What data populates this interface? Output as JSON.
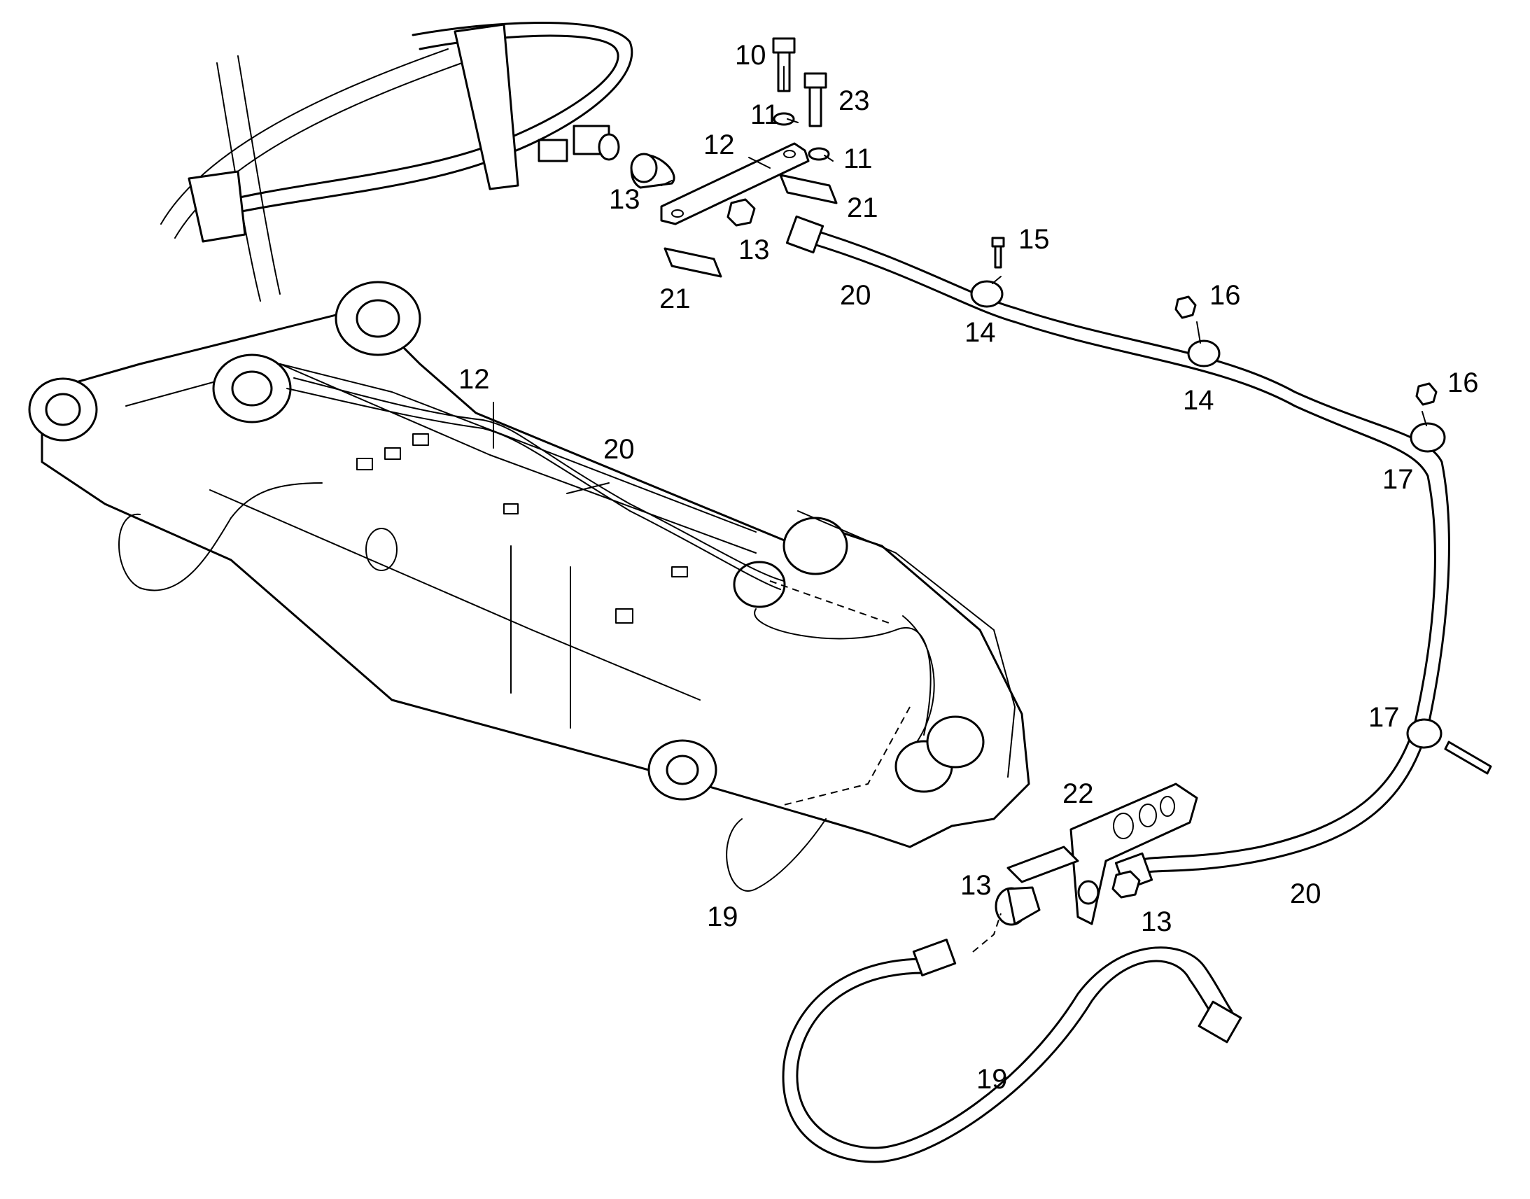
{
  "callouts": [
    {
      "id": "c10",
      "text": "10"
    },
    {
      "id": "c23",
      "text": "23"
    },
    {
      "id": "c11a",
      "text": "11"
    },
    {
      "id": "c11b",
      "text": "11"
    },
    {
      "id": "c12a",
      "text": "12"
    },
    {
      "id": "c13a",
      "text": "13"
    },
    {
      "id": "c13b",
      "text": "13"
    },
    {
      "id": "c21a",
      "text": "21"
    },
    {
      "id": "c21b",
      "text": "21"
    },
    {
      "id": "c20a",
      "text": "20"
    },
    {
      "id": "c15",
      "text": "15"
    },
    {
      "id": "c14a",
      "text": "14"
    },
    {
      "id": "c16a",
      "text": "16"
    },
    {
      "id": "c14b",
      "text": "14"
    },
    {
      "id": "c16b",
      "text": "16"
    },
    {
      "id": "c17a",
      "text": "17"
    },
    {
      "id": "c12b",
      "text": "12"
    },
    {
      "id": "c20b",
      "text": "20"
    },
    {
      "id": "c17b",
      "text": "17"
    },
    {
      "id": "c22",
      "text": "22"
    },
    {
      "id": "c13c",
      "text": "13"
    },
    {
      "id": "c13d",
      "text": "13"
    },
    {
      "id": "c20c",
      "text": "20"
    },
    {
      "id": "c19a",
      "text": "19"
    },
    {
      "id": "c19b",
      "text": "19"
    }
  ]
}
